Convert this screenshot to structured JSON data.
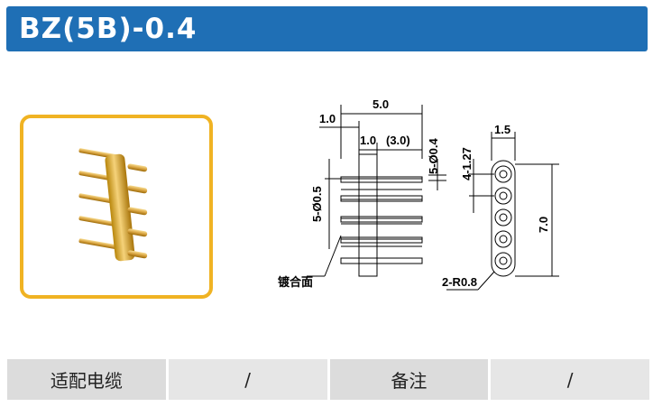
{
  "header": {
    "title": "BZ(5B)-0.4"
  },
  "photo": {
    "icon": "connector-photo"
  },
  "drawing": {
    "dim_total_width": "5.0",
    "dim_left": "1.0",
    "dim_body": "1.0",
    "dim_pin_ref": "(3.0)",
    "dim_pin_dia": "5-Ø0.4",
    "dim_pin_left": "5-Ø0.5",
    "dim_side_width": "1.5",
    "dim_pitch": "4-1.27",
    "dim_height": "7.0",
    "dim_radius": "2-R0.8",
    "note_plated": "镀合面"
  },
  "spec": {
    "cable_label": "适配电缆",
    "cable_value": "/",
    "remark_label": "备注",
    "remark_value": "/"
  }
}
